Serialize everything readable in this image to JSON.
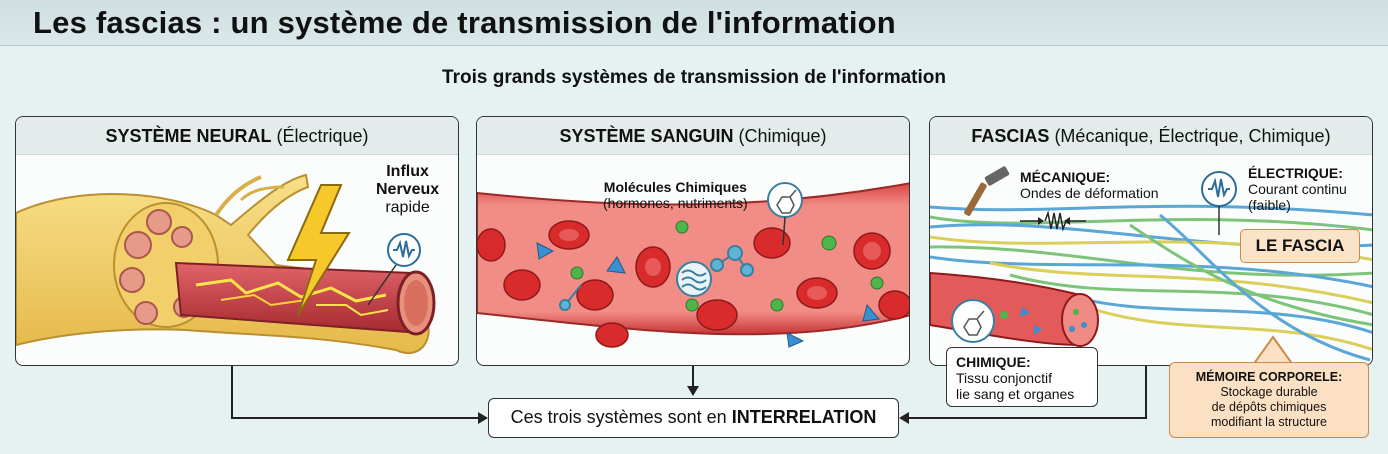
{
  "title": "Les fascias : un système de transmission de l'information",
  "subtitle": "Trois grands systèmes de transmission de l'information",
  "panels": {
    "neural": {
      "title_bold": "SYSTÈME NEURAL",
      "title_rest": " (Électrique)",
      "label_line1": "Influx",
      "label_line2": "Nerveux",
      "label_line3": "rapide"
    },
    "sanguin": {
      "title_bold": "SYSTÈME SANGUIN",
      "title_rest": " (Chimique)",
      "label_line1": "Molécules Chimiques",
      "label_line2": "(hormones, nutriments)"
    },
    "fascias": {
      "title_bold": "FASCIAS",
      "title_rest": " (Mécanique, Électrique, Chimique)",
      "mecanique_title": "MÉCANIQUE:",
      "mecanique_text": "Ondes de déformation",
      "electrique_title": "ÉLECTRIQUE:",
      "electrique_line1": "Courant continu",
      "electrique_line2": "(faible)",
      "fascia_label": "LE FASCIA"
    }
  },
  "chimique": {
    "title": "CHIMIQUE:",
    "line1": "Tissu conjonctif",
    "line2": "lie sang et organes"
  },
  "memoire": {
    "title": "MÉMOIRE CORPORELE:",
    "line1": "Stockage durable",
    "line2": "de dépôts chimiques",
    "line3": "modifiant la structure"
  },
  "bottom": {
    "text": "Ces trois systèmes sont en ",
    "bold": "INTERRELATION"
  },
  "colors": {
    "nerve": "#f2d16a",
    "blood": "#d93a3a",
    "fascia_blue": "#5aa6d6",
    "fascia_green": "#7dc47a",
    "fascia_yellow": "#d9cf5a",
    "accent_orange": "#c98a4a"
  },
  "icons": [
    "lightning-icon",
    "wave-pulse-icon",
    "molecule-icon",
    "hammer-icon",
    "arrow-icon"
  ]
}
